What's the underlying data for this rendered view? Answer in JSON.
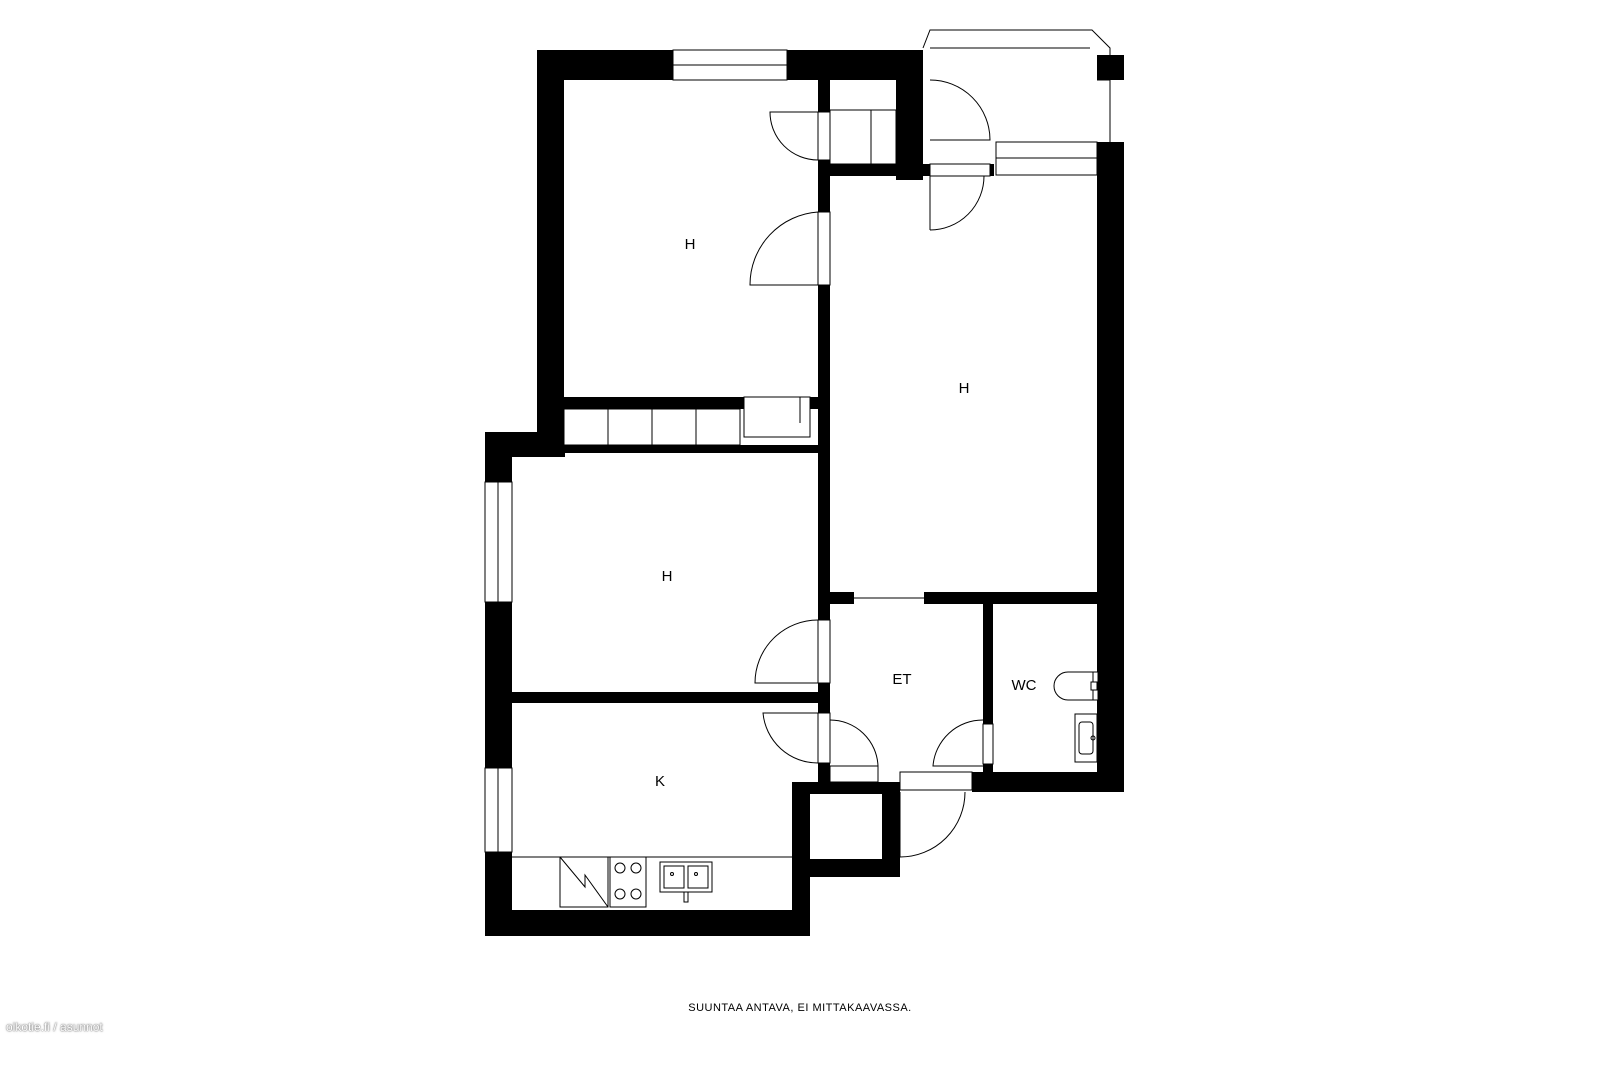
{
  "rooms": [
    {
      "id": "bedroom-1",
      "label": "H"
    },
    {
      "id": "bedroom-2",
      "label": "H"
    },
    {
      "id": "living-room",
      "label": "H"
    },
    {
      "id": "hallway",
      "label": "ET"
    },
    {
      "id": "toilet",
      "label": "WC"
    },
    {
      "id": "kitchen",
      "label": "K"
    }
  ],
  "footer": {
    "disclaimer": "SUUNTAA ANTAVA, EI MITTAKAAVASSA."
  },
  "watermark": {
    "text": "oikotie.fi / asunnot"
  }
}
